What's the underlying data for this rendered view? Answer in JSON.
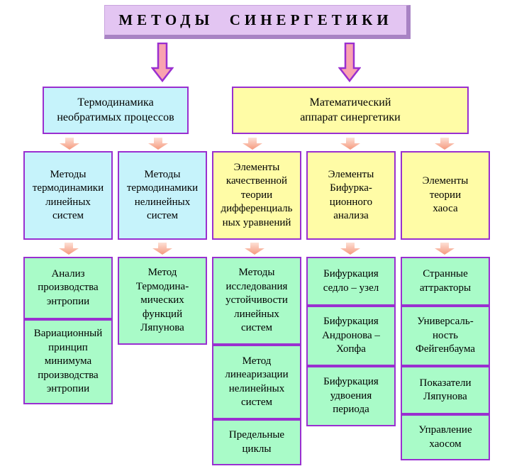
{
  "title": "МЕТОДЫ  СИНЕРГЕТИКИ",
  "level1": [
    {
      "text": "Термодинамика\nнеобратимых процессов"
    },
    {
      "text": "Математический\nаппарат синергетики"
    }
  ],
  "level2": [
    {
      "text": "Методы\nтермодинамики\nлинейных\nсистем"
    },
    {
      "text": "Методы\nтермодинамики\nнелинейных\nсистем"
    },
    {
      "text": "Элементы\nкачественной\nтеории\nдифференциаль\nных уравнений"
    },
    {
      "text": "Элементы\nБифурка-\nционного\nанализа"
    },
    {
      "text": "Элементы\nтеории\nхаоса"
    }
  ],
  "col1": [
    {
      "text": "Анализ\nпроизводства\nэнтропии"
    },
    {
      "text": "Вариационный\nпринцип\nминимума\nпроизводства\nэнтропии"
    }
  ],
  "col2": [
    {
      "text": "Метод\nТермодина-\nмических\nфункций\nЛяпунова"
    }
  ],
  "col3": [
    {
      "text": "Методы\nисследования\nустойчивости\nлинейных\nсистем"
    },
    {
      "text": "Метод\nлинеаризации\nнелинейных\nсистем"
    },
    {
      "text": "Предельные\nциклы"
    }
  ],
  "col4": [
    {
      "text": "Бифуркация\nседло – узел"
    },
    {
      "text": "Бифуркация\nАндронова –\nХопфа"
    },
    {
      "text": "Бифуркация\nудвоения\nпериода"
    }
  ],
  "col5": [
    {
      "text": "Странные\nаттракторы"
    },
    {
      "text": "Универсаль-\nность\nФейгенбаума"
    },
    {
      "text": "Показатели\nЛяпунова"
    },
    {
      "text": "Управление\nхаосом"
    }
  ],
  "colors": {
    "border": "#9a2fd0",
    "title_bg": "#e3c5f2",
    "cyan": "#c6f3fb",
    "yellow": "#fffca6",
    "green": "#a9fbc8",
    "arrow_fill": "#f9a3b0",
    "arrow_stroke": "#9a2fd0",
    "small_arrow": "#f7b7a6"
  }
}
